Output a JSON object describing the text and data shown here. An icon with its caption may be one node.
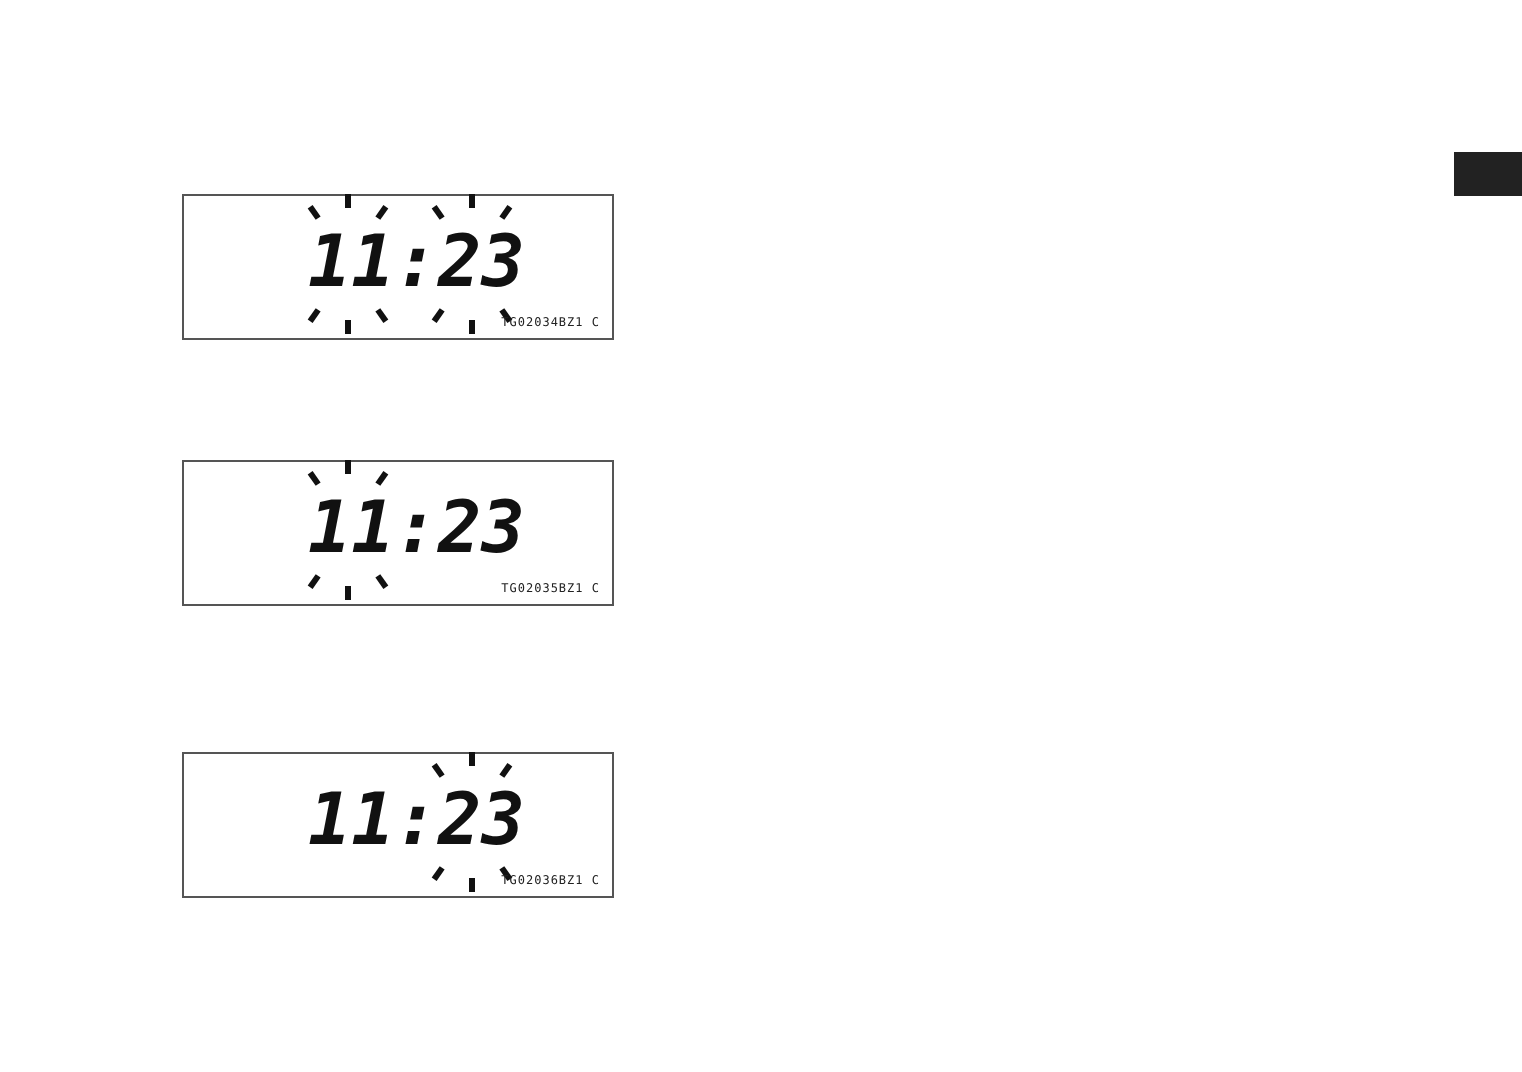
{
  "diagram": {
    "nodes": [
      {
        "text": [
          "11:23",
          "TG02034BZ1 C"
        ]
      },
      {
        "text": [
          "11:23",
          "TG02035BZ1 C"
        ]
      },
      {
        "text": [
          "11:23",
          "TG02036BZ1 C"
        ]
      }
    ]
  }
}
